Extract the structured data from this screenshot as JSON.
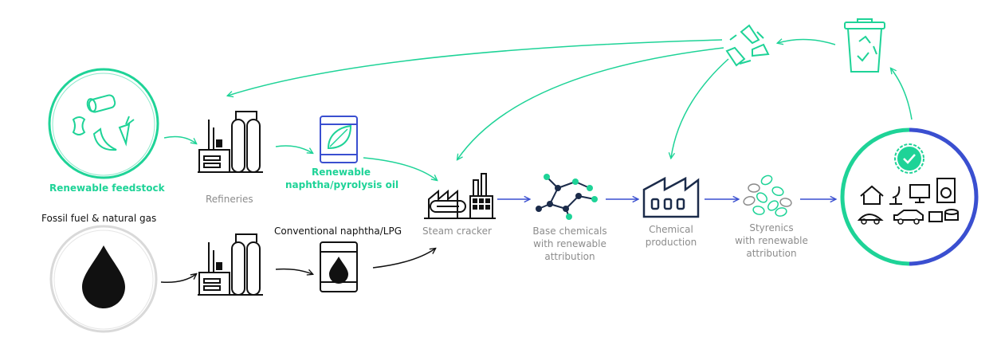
{
  "colors": {
    "renewable_green": "#1ed397",
    "conventional_black": "#111111",
    "process_grey": "#8c8c8c",
    "flow_blue": "#3a4fd0",
    "navy": "#1b2b4a"
  },
  "labels": {
    "renewable_feedstock": "Renewable feedstock",
    "fossil_fuel": "Fossil fuel & natural gas",
    "refineries": "Refineries",
    "renewable_naphtha_1": "Renewable",
    "renewable_naphtha_2": "naphtha/pyrolysis oil",
    "conventional_naphtha": "Conventional naphtha/LPG",
    "steam_cracker": "Steam cracker",
    "base_chemicals_1": "Base chemicals",
    "base_chemicals_2": "with renewable",
    "base_chemicals_3": "attribution",
    "chemical_production_1": "Chemical",
    "chemical_production_2": "production",
    "styrenics_1": "Styrenics",
    "styrenics_2": "with renewable",
    "styrenics_3": "attribution"
  },
  "icons": {
    "feedstock": "organic-waste-icon",
    "fossil": "oil-drop-icon",
    "refinery": "refinery-icon",
    "renewable_barrel": "leaf-barrel-icon",
    "conventional_barrel": "oil-barrel-icon",
    "cracker": "steam-cracker-icon",
    "molecules": "molecule-network-icon",
    "factory": "factory-icon",
    "pellets": "plastic-pellets-icon",
    "products": "end-products-icon",
    "recycle": "recycle-icon",
    "bin": "recycling-bin-icon"
  }
}
